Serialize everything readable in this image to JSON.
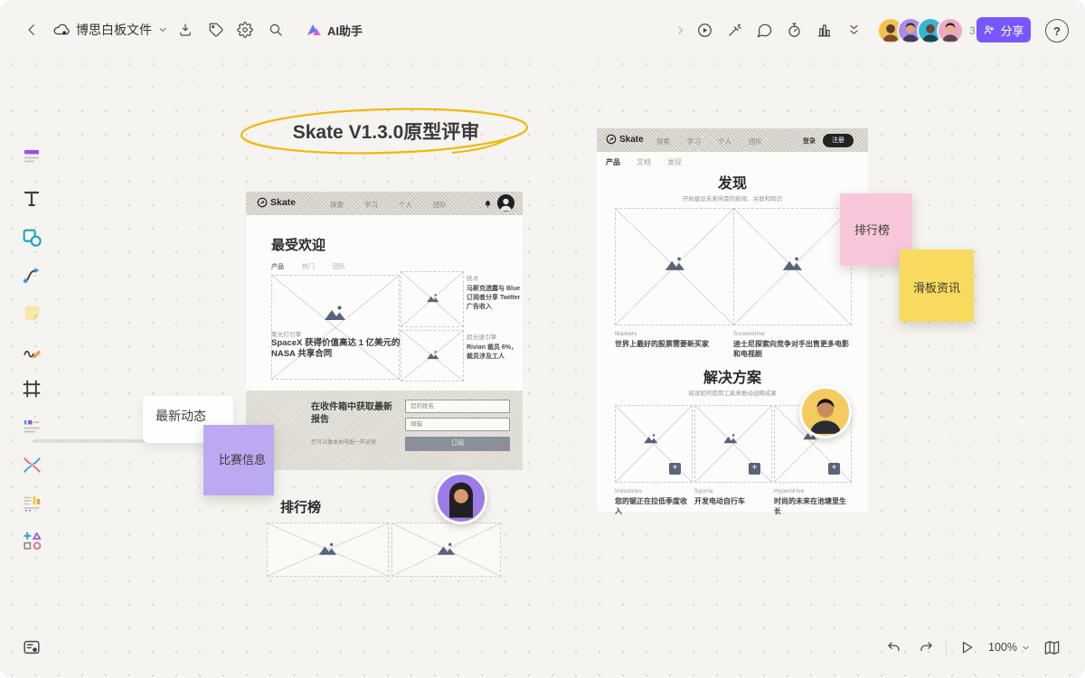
{
  "toolbar": {
    "doc_title": "博思白板文件",
    "ai_label": "AI助手",
    "collab_count": "3",
    "share_label": "分享"
  },
  "board": {
    "title": "Skate V1.3.0原型评审",
    "label_latest": "最新动态",
    "label_ranking": "排行榜",
    "sticky_match": "比赛信息",
    "sticky_rank": "排行榜",
    "sticky_news": "滑板资讯"
  },
  "wf_left": {
    "logo": "Skate",
    "nav": [
      "探索",
      "学习",
      "个人",
      "团队"
    ],
    "popular": "最受欢迎",
    "tabs": [
      "产品",
      "热门",
      "团队"
    ],
    "spot_tag": "聚光灯引擎",
    "spot_headline": "SpaceX 获得价值高达 1 亿美元的 NASA 共享合同",
    "side1_tag": "技术",
    "side1_text": "马斯克透露与 Blue 订阅者分享 Twitter 广告收入",
    "side2_tag": "超光速引擎",
    "side2_text": "Rivian 裁员 6%，裁员涉及工人",
    "news_title": "在收件箱中获取最新报告",
    "news_sub": "您可以像本地电报一样运营",
    "form_name": "您的姓名",
    "form_email": "邮箱",
    "form_submit": "订阅"
  },
  "wf_right": {
    "logo": "Skate",
    "nav": [
      "探索",
      "学习",
      "个人",
      "团队"
    ],
    "login": "登录",
    "signup": "注册",
    "tabs": [
      "产品",
      "文档",
      "发现"
    ],
    "discover": "发现",
    "discover_sub": "开始建设未来所需的新闻、关联和知识",
    "card1_tag": "Markets",
    "card1_text": "世界上最好的股票需要新买家",
    "card2_tag": "Screentime",
    "card2_text": "迪士尼探索向竞争对手出售更多电影和电视剧",
    "solutions": "解决方案",
    "solutions_sub": "阅读如何使用工具来推动战略成果",
    "sol1_tag": "Industries",
    "sol1_text": "您的锯正在拉低季度收入",
    "sol2_tag": "Sporta",
    "sol2_text": "开发电动自行车",
    "sol3_tag": "Hyperdrive",
    "sol3_text": "时尚的未来在池塘里生长"
  },
  "statusbar": {
    "zoom_level": "100%"
  },
  "colors": {
    "accent": "#7857FF",
    "sticky_pink": "#F9C7DB",
    "sticky_yellow": "#F8DB5E",
    "sticky_purple": "#BCA9F2",
    "wire_ink": "#57637E",
    "highlight_yellow": "#F2B70A"
  },
  "toolbar_icons": [
    "back",
    "cloud",
    "chevron-down",
    "import",
    "tag",
    "settings",
    "search",
    "forward",
    "play",
    "laser-pointer",
    "comment",
    "timer",
    "poll",
    "collapse",
    "help"
  ],
  "sidebar_tools": [
    "templates",
    "text",
    "shapes",
    "connector",
    "sticky-note",
    "pen",
    "frame",
    "kanban",
    "mindmap",
    "table",
    "shape-library"
  ],
  "status_icons": [
    "minimap",
    "undo",
    "redo",
    "present",
    "zoom-chevron",
    "pages"
  ]
}
